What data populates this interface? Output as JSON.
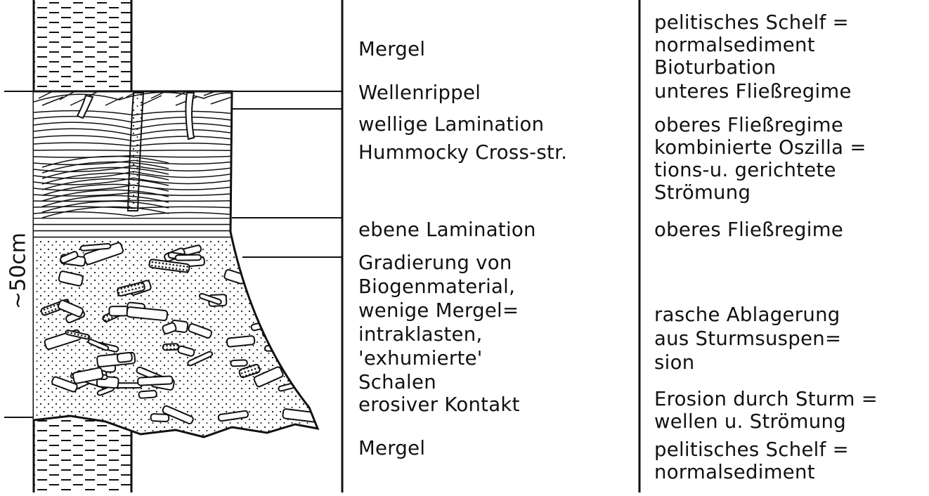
{
  "scale_label": "~50cm",
  "column_facies": [
    {
      "text": "Mergel"
    },
    {
      "text": "Wellenrippel"
    },
    {
      "text": "wellige Lamination"
    },
    {
      "text": "Hummocky Cross-str."
    },
    {
      "text": "ebene Lamination"
    },
    {
      "text": "Gradierung von"
    },
    {
      "text": "Biogenmaterial,"
    },
    {
      "text": "wenige Mergel="
    },
    {
      "text": "intraklasten,"
    },
    {
      "text": "'exhumierte'"
    },
    {
      "text": "Schalen"
    },
    {
      "text": "erosiver Kontakt"
    },
    {
      "text": "Mergel"
    }
  ],
  "column_interpretation": [
    {
      "text": "pelitisches Schelf ="
    },
    {
      "text": "normalsediment"
    },
    {
      "text": "Bioturbation"
    },
    {
      "text": "unteres Fließregime"
    },
    {
      "text": "oberes Fließregime"
    },
    {
      "text": "kombinierte Oszilla ="
    },
    {
      "text": "tions-u. gerichtete"
    },
    {
      "text": "Strömung"
    },
    {
      "text": "oberes Fließregime"
    },
    {
      "text": "rasche Ablagerung"
    },
    {
      "text": "aus Sturmsuspen="
    },
    {
      "text": "sion"
    },
    {
      "text": "Erosion durch Sturm ="
    },
    {
      "text": "wellen u. Strömung"
    },
    {
      "text": "pelitisches Schelf ="
    },
    {
      "text": "normalsediment"
    }
  ]
}
